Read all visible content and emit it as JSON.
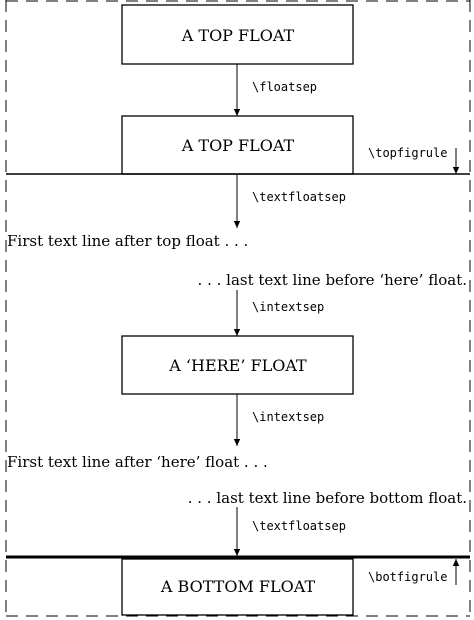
{
  "floats": {
    "top_float_1": "A TOP FLOAT",
    "top_float_2": "A TOP FLOAT",
    "here_float": "A ‘HERE’ FLOAT",
    "bottom_float": "A BOTTOM FLOAT"
  },
  "labels": {
    "floatsep": "\\floatsep",
    "topfigrule": "\\topfigrule",
    "textfloatsep_top": "\\textfloatsep",
    "intextsep_above": "\\intextsep",
    "intextsep_below": "\\intextsep",
    "textfloatsep_bottom": "\\textfloatsep",
    "botfigrule": "\\botfigrule"
  },
  "text_lines": {
    "after_top_float": "First text line after top float . . .",
    "before_here_float": ". . . last text line before ‘here’ float.",
    "after_here_float": "First text line after ‘here’ float . . .",
    "before_bottom_float": ". . . last text line before bottom float."
  }
}
